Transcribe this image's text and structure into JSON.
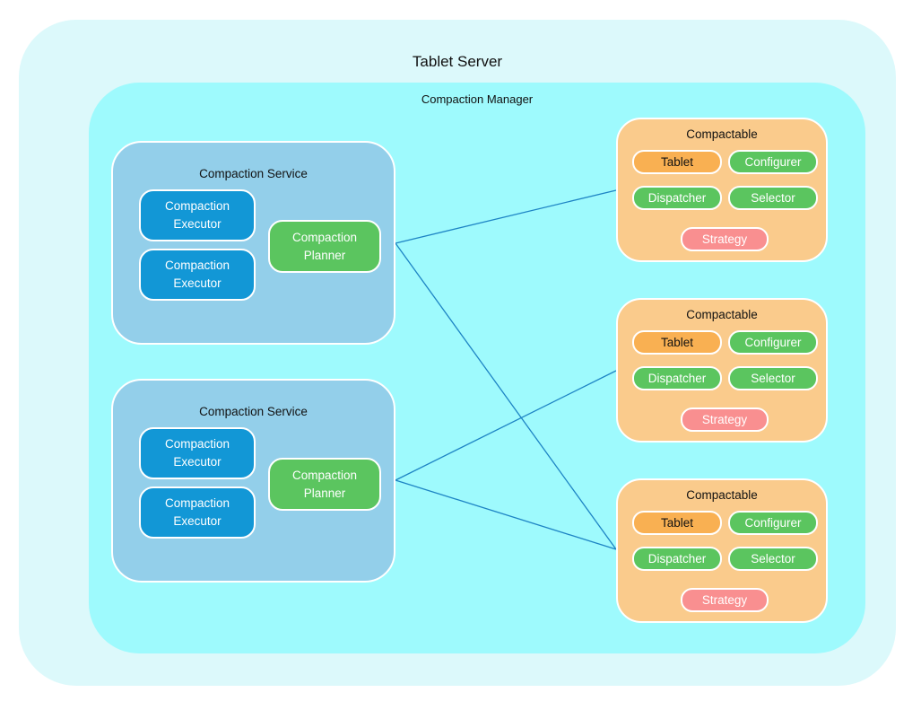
{
  "title": "Tablet Server",
  "manager": {
    "title": "Compaction Manager",
    "services": [
      {
        "title": "Compaction Service",
        "executors": [
          "Compaction Executor",
          "Compaction Executor"
        ],
        "planner": "Compaction Planner"
      },
      {
        "title": "Compaction Service",
        "executors": [
          "Compaction Executor",
          "Compaction Executor"
        ],
        "planner": "Compaction Planner"
      }
    ],
    "compactables": [
      {
        "title": "Compactable",
        "tablet": "Tablet",
        "configurer": "Configurer",
        "dispatcher": "Dispatcher",
        "selector": "Selector",
        "strategy": "Strategy"
      },
      {
        "title": "Compactable",
        "tablet": "Tablet",
        "configurer": "Configurer",
        "dispatcher": "Dispatcher",
        "selector": "Selector",
        "strategy": "Strategy"
      },
      {
        "title": "Compactable",
        "tablet": "Tablet",
        "configurer": "Configurer",
        "dispatcher": "Dispatcher",
        "selector": "Selector",
        "strategy": "Strategy"
      }
    ],
    "connections": [
      {
        "from": "service-1-planner",
        "to": "compactable-1"
      },
      {
        "from": "service-1-planner",
        "to": "compactable-3"
      },
      {
        "from": "service-2-planner",
        "to": "compactable-2"
      },
      {
        "from": "service-2-planner",
        "to": "compactable-3"
      }
    ]
  },
  "colors": {
    "page_bg": "#FFFFFF",
    "tablet_server_bg": "#DCF9FB",
    "manager_bg": "#9EFAFD",
    "service_bg": "#93CFEA",
    "executor_bg": "#1297D6",
    "planner_bg": "#5BC55F",
    "compactable_bg": "#FACB8C",
    "tablet_badge_bg": "#F9B052",
    "green_badge_bg": "#5BC55F",
    "strategy_badge_bg": "#F98F90",
    "connector_line": "#1E84C4",
    "node_border": "#FFFFFF"
  }
}
